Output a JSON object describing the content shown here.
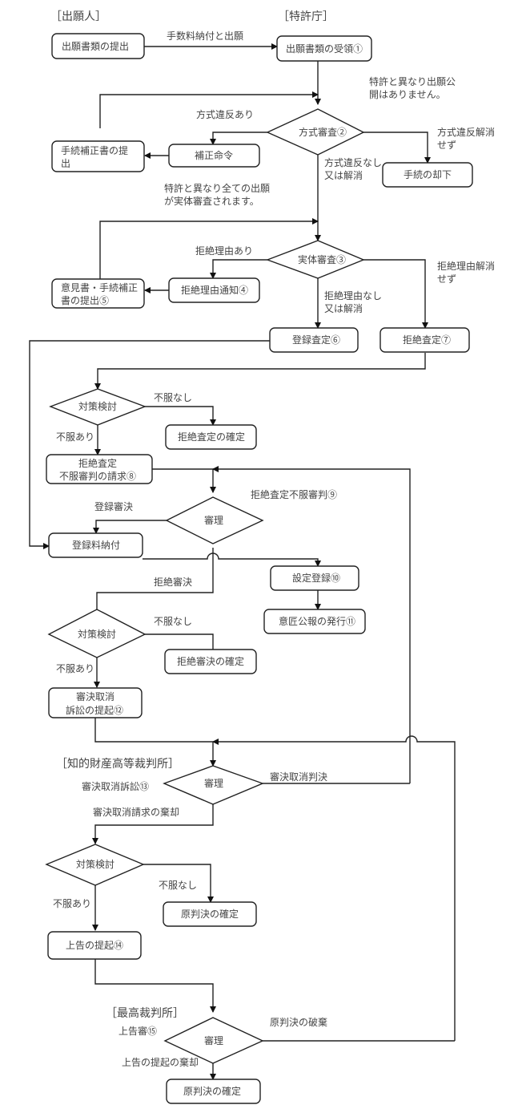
{
  "headers": {
    "applicant": "［出願人］",
    "jpo": "［特許庁］",
    "ip_high_court": "［知的財産高等裁判所］",
    "supreme_court": "［最高裁判所］"
  },
  "nodes": {
    "submit_application": "出願書類の提出",
    "receive_application": "出願書類の受領①",
    "formality_exam": "方式審査②",
    "amend_order": "補正命令",
    "submit_amendment_1": "手続補正書の提",
    "submit_amendment_2": "出",
    "procedure_dismissal": "手続の却下",
    "substantive_exam": "実体審査③",
    "refusal_notice": "拒絶理由通知④",
    "opinion_1": "意見書・手続補正",
    "opinion_2": "書の提出⑤",
    "registration_decision": "登録査定⑥",
    "refusal_decision": "拒絶査定⑦",
    "countermeasure_1": "対策検討",
    "refusal_final": "拒絶査定の確定",
    "appeal_request_1": "拒絶査定",
    "appeal_request_2": "不服審判の請求⑧",
    "trial_1": "審理",
    "registration_fee": "登録料納付",
    "establish_registration": "設定登録⑩",
    "gazette": "意匠公報の発行⑪",
    "countermeasure_2": "対策検討",
    "refusal_trial_final": "拒絶審決の確定",
    "suit_1": "審決取消",
    "suit_2": "訴訟の提起⑫",
    "trial_2": "審理",
    "countermeasure_3": "対策検討",
    "original_final_1": "原判決の確定",
    "appeal_filing": "上告の提起⑭",
    "trial_3": "審理",
    "original_final_2": "原判決の確定"
  },
  "labels": {
    "fee_and_filing": "手数料納付と出願",
    "note_publication_1": "特許と異なり出願公",
    "note_publication_2": "開はありません。",
    "formality_violation": "方式違反あり",
    "formality_unresolved_1": "方式違反解消",
    "formality_unresolved_2": "せず",
    "formality_ok_1": "方式違反なし",
    "formality_ok_2": "又は解消",
    "note_exam_1": "特許と異なり全ての出願",
    "note_exam_2": "が実体審査されます。",
    "refusal_reason": "拒絶理由あり",
    "refusal_unresolved_1": "拒絶理由解消",
    "refusal_unresolved_2": "せず",
    "refusal_ok_1": "拒絶理由なし",
    "refusal_ok_2": "又は解消",
    "no_objection_1": "不服なし",
    "objection_1": "不服あり",
    "appeal_trial": "拒絶査定不服審判⑨",
    "registration_trial": "登録審決",
    "refusal_trial": "拒絶審決",
    "no_objection_2": "不服なし",
    "objection_2": "不服あり",
    "revocation_suit": "審決取消訴訟⑬",
    "revocation_judgment": "審決取消判決",
    "revocation_dismissed": "審決取消請求の棄却",
    "no_objection_3": "不服なし",
    "objection_3": "不服あり",
    "final_appeal": "上告審⑮",
    "original_reversed": "原判決の破棄",
    "appeal_dismissed": "上告の提起の棄却"
  }
}
